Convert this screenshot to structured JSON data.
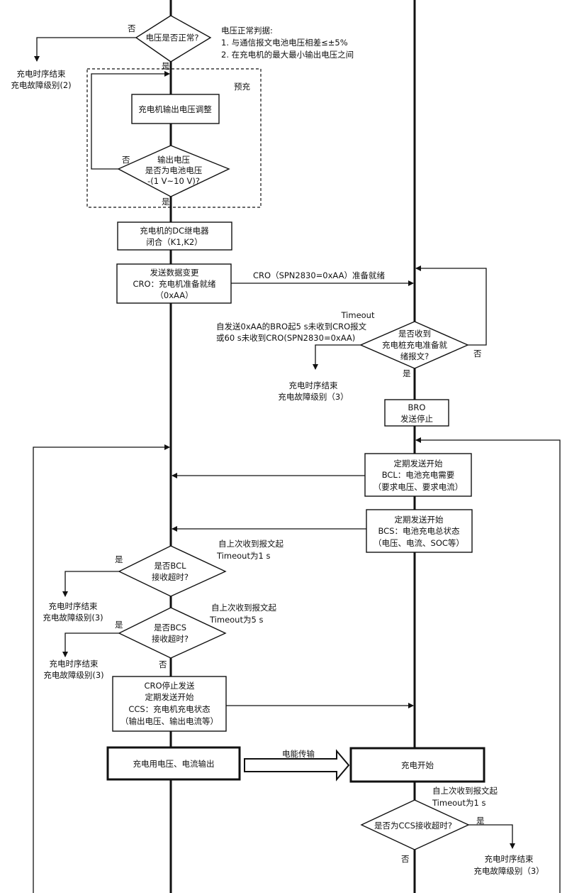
{
  "labels": {
    "yes": "是",
    "no": "否"
  },
  "voltage_check": {
    "question": "电压是否正常?",
    "criteria_title": "电压正常判据:",
    "criteria": [
      "1. 与通信报文电池电压相差≤±5%",
      "2. 在充电机的最大最小输出电压之间"
    ],
    "fail_end": [
      "充电时序结束",
      "充电故障级别(2)"
    ]
  },
  "precharge": {
    "label": "预充",
    "adjust": "充电机输出电压调整",
    "question": [
      "输出电压",
      "是否为电池电压",
      "-(1 V~10 V)?"
    ]
  },
  "relay_box": [
    "充电机的DC继电器",
    "闭合（K1,K2）"
  ],
  "cro_box": [
    "发送数据变更",
    "CRO：充电机准备就绪",
    "（0xAA）"
  ],
  "cro_message": "CRO（SPN2830=0xAA）准备就绪",
  "ready_check": {
    "question": [
      "是否收到",
      "充电桩充电准备就",
      "绪报文?"
    ],
    "timeout": [
      "Timeout",
      "自发送0xAA的BRO起5 s未收到CRO报文",
      "或60 s未收到CRO(SPN2830=0xAA)"
    ],
    "fail_end": [
      "充电时序结束",
      "充电故障级别（3）"
    ]
  },
  "bro_box": [
    "BRO",
    "发送停止"
  ],
  "bcl_box": [
    "定期发送开始",
    "BCL：电池充电需要",
    "（要求电压、要求电流）"
  ],
  "bcs_box": [
    "定期发送开始",
    "BCS：电池充电总状态",
    "（电压、电流、SOC等）"
  ],
  "bcl_check": {
    "question": [
      "是否BCL",
      "接收超时?"
    ],
    "timeout": [
      "自上次收到报文起",
      "Timeout为1 s"
    ],
    "fail_end": [
      "充电时序结束",
      "充电故障级别(3)"
    ]
  },
  "bcs_check": {
    "question": [
      "是否BCS",
      "接收超时?"
    ],
    "timeout": [
      "自上次收到报文起",
      "Timeout为5 s"
    ],
    "fail_end": [
      "充电时序结束",
      "充电故障级别(3)"
    ]
  },
  "ccs_box": [
    "CRO停止发送",
    "定期发送开始",
    "CCS：充电机充电状态",
    "（输出电压、输出电流等）"
  ],
  "output_box": "充电用电压、电流输出",
  "energy_transfer": "电能传输",
  "charge_start": "充电开始",
  "ccs_check": {
    "question": "是否为CCS接收超时?",
    "timeout": [
      "自上次收到报文起",
      "Timeout为1 s"
    ],
    "fail_end": [
      "充电时序结束",
      "充电故障级别（3）"
    ]
  }
}
